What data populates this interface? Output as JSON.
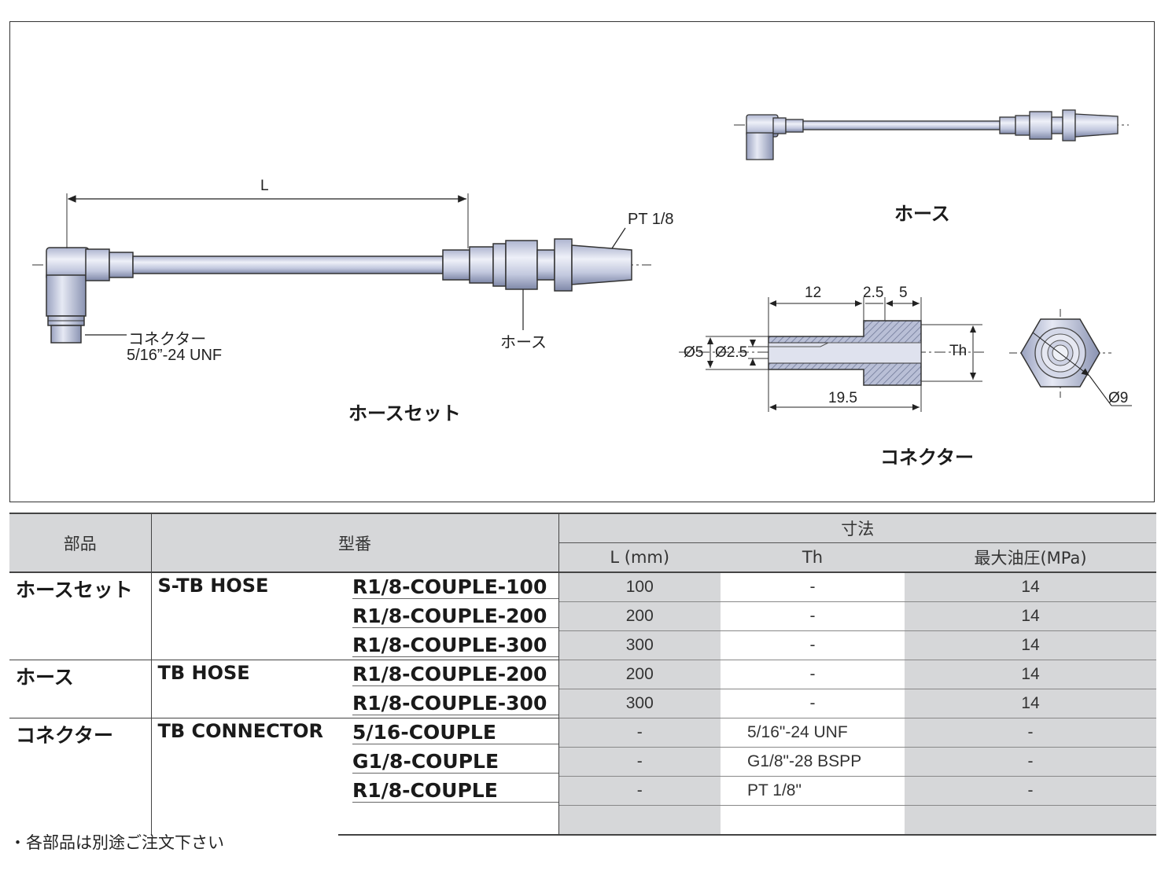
{
  "diagram": {
    "hose_set": {
      "caption": "ホースセット",
      "dim_L": "L",
      "thread_label": "PT 1/8",
      "hose_callout": "ホース",
      "connector_callout": "コネクター",
      "connector_thread": "5/16”-24 UNF"
    },
    "hose": {
      "caption": "ホース"
    },
    "connector": {
      "caption": "コネクター",
      "dims": {
        "d12": "12",
        "d25": "2.5",
        "d5": "5",
        "d195": "19.5",
        "dia5": "Ø5",
        "dia25": "Ø2.5",
        "th": "Th",
        "dia9": "Ø9"
      }
    }
  },
  "table": {
    "headers": {
      "part": "部品",
      "model": "型番",
      "dims": "寸法",
      "length": "L (mm)",
      "thread": "Th",
      "pressure": "最大油圧(MPa)"
    },
    "groups": [
      {
        "part": "ホースセット",
        "series": "S-TB HOSE",
        "rows": [
          {
            "model": "R1/8-COUPLE-100",
            "length": "100",
            "thread": "-",
            "pressure": "14"
          },
          {
            "model": "R1/8-COUPLE-200",
            "length": "200",
            "thread": "-",
            "pressure": "14"
          },
          {
            "model": "R1/8-COUPLE-300",
            "length": "300",
            "thread": "-",
            "pressure": "14"
          }
        ]
      },
      {
        "part": "ホース",
        "series": "TB HOSE",
        "rows": [
          {
            "model": "R1/8-COUPLE-200",
            "length": "200",
            "thread": "-",
            "pressure": "14"
          },
          {
            "model": "R1/8-COUPLE-300",
            "length": "300",
            "thread": "-",
            "pressure": "14"
          }
        ]
      },
      {
        "part": "コネクター",
        "series": "TB CONNECTOR",
        "rows": [
          {
            "model": "5/16-COUPLE",
            "length": "-",
            "thread": "5/16\"-24 UNF",
            "pressure": "-"
          },
          {
            "model": "G1/8-COUPLE",
            "length": "-",
            "thread": "G1/8\"-28 BSPP",
            "pressure": "-"
          },
          {
            "model": "R1/8-COUPLE",
            "length": "-",
            "thread": "PT 1/8\"",
            "pressure": "-"
          }
        ]
      }
    ]
  },
  "footnote": "・各部品は別途ご注文下さい",
  "colors": {
    "metal_light": "#c9cfe4",
    "metal_dark": "#8891b0",
    "header_gray": "#d6d7d9"
  }
}
